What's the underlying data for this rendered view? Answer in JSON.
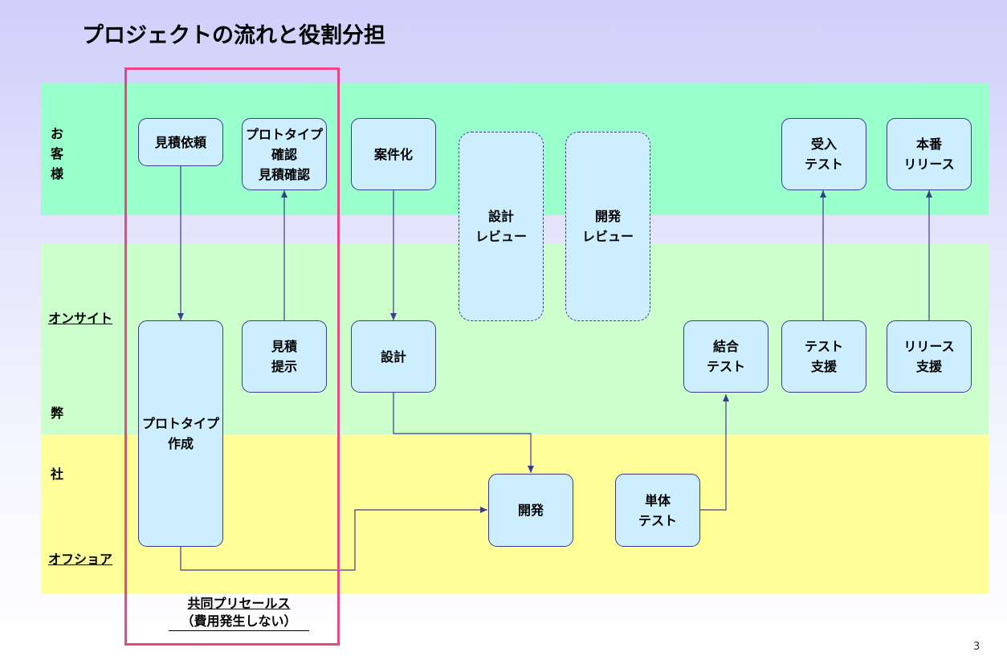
{
  "title": "プロジェクトの流れと役割分担",
  "lanes": {
    "customer_chars": [
      "お",
      "客",
      "様"
    ],
    "onsite": "オンサイト",
    "company_chars": [
      "弊",
      "社"
    ],
    "offshore": "オフショア"
  },
  "boxes": {
    "estimate_request": "見積依頼",
    "prototype_confirm": "プロトタイプ\n確認\n見積確認",
    "project_creation": "案件化",
    "design_review": "設計\nレビュー",
    "dev_review": "開発\nレビュー",
    "acceptance_test": "受入\nテスト",
    "production_release": "本番\nリリース",
    "prototype_creation": "プロトタイプ\n作成",
    "estimate_present": "見積\n提示",
    "design": "設計",
    "integration_test": "結合\nテスト",
    "test_support": "テスト\n支援",
    "release_support": "リリース\n支援",
    "development": "開発",
    "unit_test": "単体\nテスト"
  },
  "presales": {
    "line1": "共同プリセールス",
    "line2": "（費用発生しない）"
  },
  "page_number": "3",
  "colors": {
    "customer_lane": "#99ffcc",
    "onsite_lane": "#ccffcc",
    "offshore_lane": "#ffff99",
    "box_fill": "#cceeff",
    "connector": "#3c3c8c",
    "presales_frame": "#ee4488"
  }
}
